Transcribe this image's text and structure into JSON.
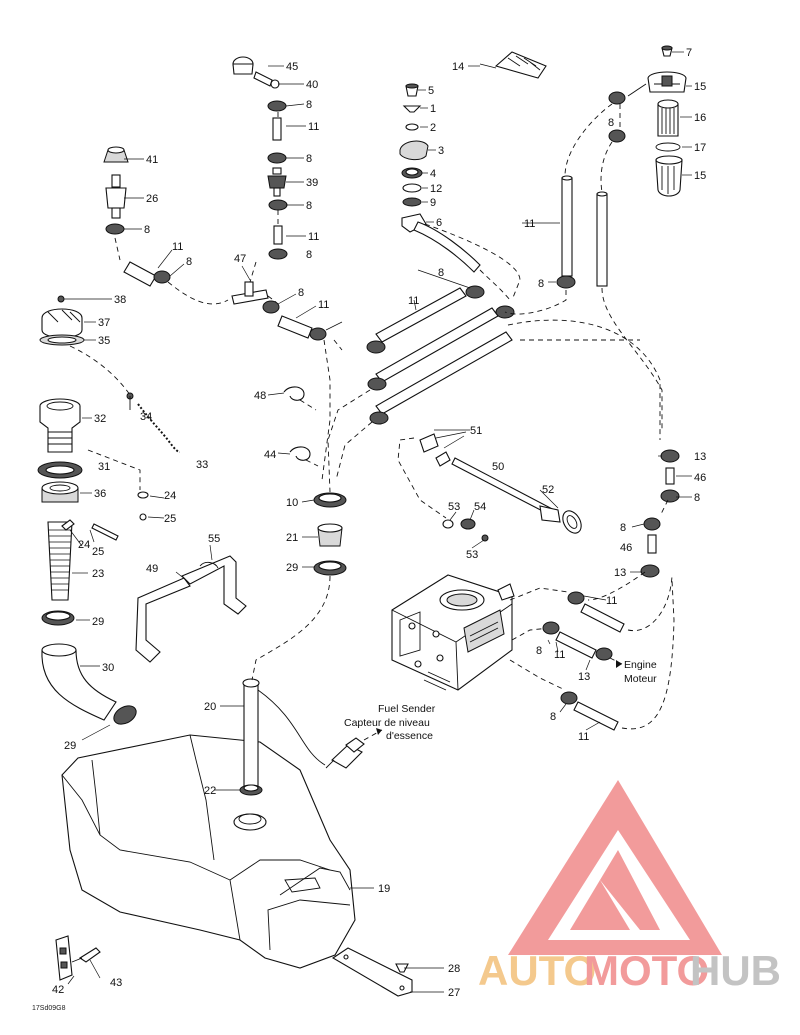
{
  "callouts": {
    "c1": "1",
    "c2": "2",
    "c3": "3",
    "c4": "4",
    "c5": "5",
    "c6": "6",
    "c7": "7",
    "c8": "8",
    "c9": "9",
    "c10": "10",
    "c11": "11",
    "c12": "12",
    "c13": "13",
    "c14": "14",
    "c15": "15",
    "c16": "16",
    "c17": "17",
    "c19": "19",
    "c20": "20",
    "c21": "21",
    "c22": "22",
    "c23": "23",
    "c24": "24",
    "c25": "25",
    "c26": "26",
    "c27": "27",
    "c28": "28",
    "c29": "29",
    "c30": "30",
    "c31": "31",
    "c32": "32",
    "c33": "33",
    "c34": "34",
    "c35": "35",
    "c36": "36",
    "c37": "37",
    "c38": "38",
    "c39": "39",
    "c40": "40",
    "c41": "41",
    "c42": "42",
    "c43": "43",
    "c44": "44",
    "c45": "45",
    "c46": "46",
    "c47": "47",
    "c48": "48",
    "c49": "49",
    "c50": "50",
    "c51": "51",
    "c52": "52",
    "c53": "53",
    "c54": "54",
    "c55": "55"
  },
  "notes": {
    "engine_en": "Engine",
    "engine_fr": "Moteur",
    "fuel_sender_en": "Fuel Sender",
    "fuel_sender_fr_1": "Capteur de niveau",
    "fuel_sender_fr_2": "d'essence"
  },
  "drawing_code": "17Sd09G8",
  "watermark": {
    "part1": "AUTO",
    "part2": "MOTO",
    "part3": "HUB",
    "color_primary": "#f08a8a",
    "color_secondary": "#f3c07a",
    "color_tertiary": "#b9b9b9"
  }
}
